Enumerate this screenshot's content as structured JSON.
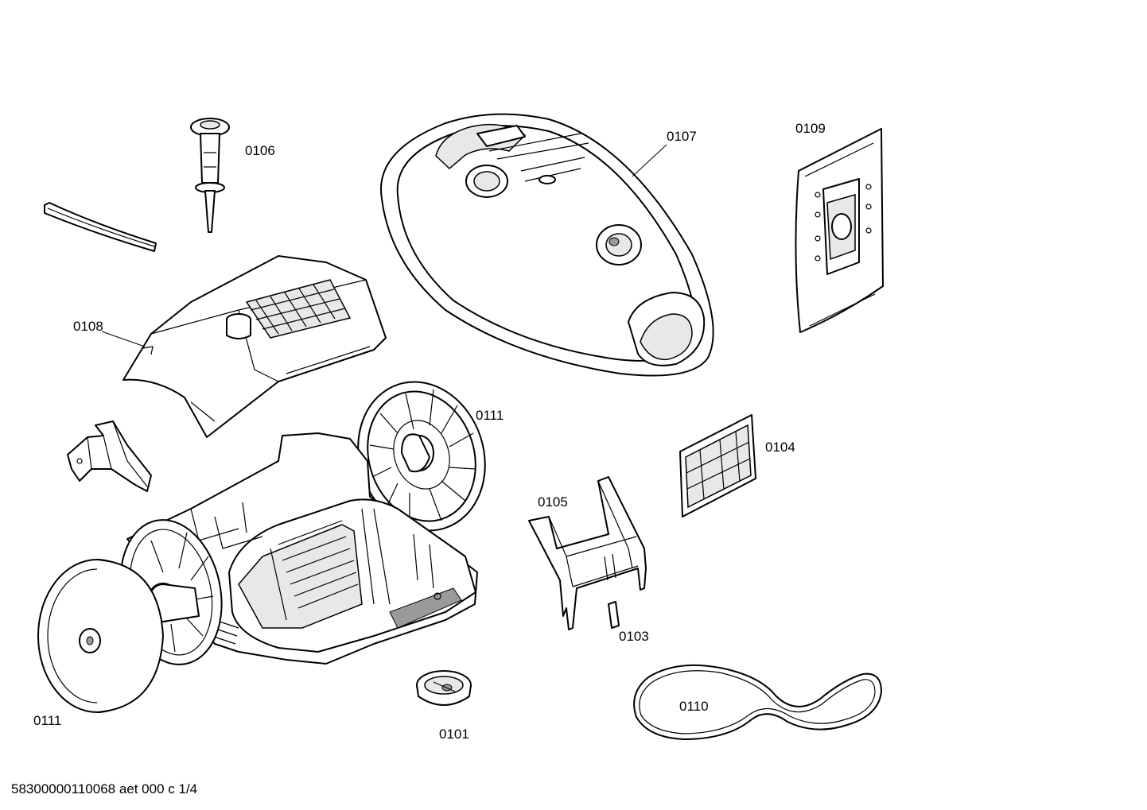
{
  "labels": {
    "p0106": "0106",
    "p0107": "0107",
    "p0109": "0109",
    "p0108": "0108",
    "p0111_upper": "0111",
    "p0104": "0104",
    "p0105": "0105",
    "p0103": "0103",
    "p0110": "0110",
    "p0101": "0101",
    "p0111_lower": "0111"
  },
  "footer": "58300000110068 aet 000 c 1/4"
}
